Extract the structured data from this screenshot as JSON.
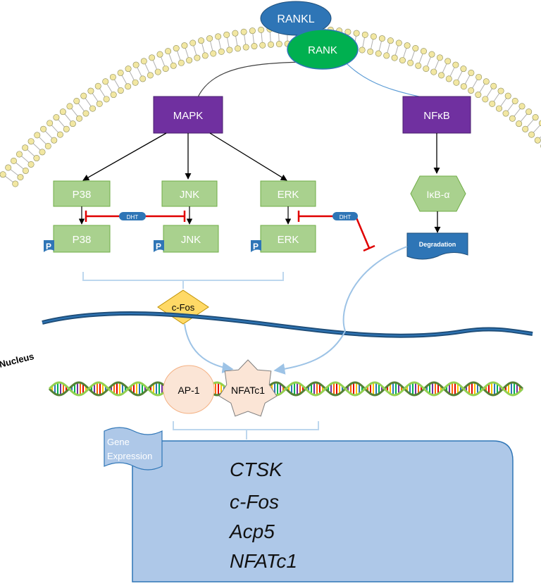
{
  "labels": {
    "rankl": "RANKL",
    "rank": "RANK",
    "mapk": "MAPK",
    "nfkb": "NFκB",
    "p38": "P38",
    "jnk": "JNK",
    "erk": "ERK",
    "p38_p": "P38",
    "jnk_p": "JNK",
    "erk_p": "ERK",
    "ikb": "IκB-α",
    "degradation": "Degradation",
    "dht": "DHT",
    "phospho": "P",
    "cfos": "c-Fos",
    "nucleus": "Nucleus",
    "ap1": "AP-1",
    "nfatc1": "NFATc1",
    "gene_expression_line1": "Gene",
    "gene_expression_line2": "Expression"
  },
  "genes": [
    "CTSK",
    "c-Fos",
    "Acp5",
    "NFATc1"
  ],
  "colors": {
    "green_fill": "#a9d18e",
    "green_stroke": "#70ad47",
    "purple": "#7030a0",
    "blue": "#2e75b6",
    "dark_blue": "#1f4e79",
    "rank_green": "#00b050",
    "inhibit_red": "#e00000",
    "cfos_yellow": "#ffd966",
    "peach": "#fbe5d6",
    "gene_box": "#aec8e8",
    "membrane_head": "#f2e7a2"
  }
}
